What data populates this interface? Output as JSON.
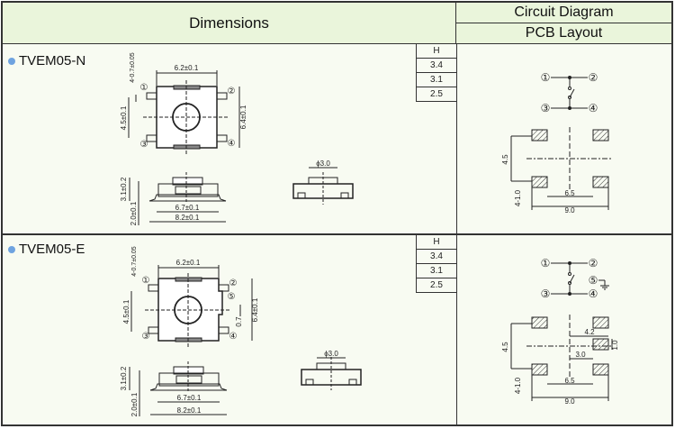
{
  "header": {
    "dimensions": "Dimensions",
    "circuit_diagram": "Circuit Diagram",
    "pcb_layout": "PCB Layout"
  },
  "accent_color": "#6fa3e0",
  "header_bg": "#eaf5db",
  "rows": [
    {
      "model": "TVEM05-N",
      "h_table": {
        "header": "H",
        "values": [
          "3.4",
          "3.1",
          "2.5"
        ]
      },
      "top_view": {
        "width": "6.2±0.1",
        "height": "6.4±0.1",
        "pin_pitch": "4.5±0.1",
        "pin_width": "4-0.7±0.05",
        "pins": [
          "①",
          "②",
          "③",
          "④"
        ]
      },
      "side_view": {
        "height": "3.1±0.2",
        "base": "2.0±0.1",
        "body": "6.7±0.1",
        "overall": "8.2±0.1"
      },
      "front_view": {
        "actuator": "ϕ3.0"
      },
      "pcb": {
        "pitch_v": "4.5",
        "pad": "4-1.0",
        "inner": "6.5",
        "outer": "9.0"
      }
    },
    {
      "model": "TVEM05-E",
      "h_table": {
        "header": "H",
        "values": [
          "3.4",
          "3.1",
          "2.5"
        ]
      },
      "top_view": {
        "width": "6.2±0.1",
        "height": "6.4±0.1",
        "pin_pitch": "4.5±0.1",
        "pin_width": "4-0.7±0.05",
        "ground_offset": "0.7",
        "pins": [
          "①",
          "②",
          "③",
          "④",
          "⑤"
        ]
      },
      "side_view": {
        "height": "3.1±0.2",
        "base": "2.0±0.1",
        "body": "6.7±0.1",
        "overall": "8.2±0.1"
      },
      "front_view": {
        "actuator": "ϕ3.0"
      },
      "pcb": {
        "pitch_v": "4.5",
        "pad": "4-1.0",
        "inner": "6.5",
        "outer": "9.0",
        "gnd_x": "4.2",
        "gnd_pad": "1.0",
        "gnd_inner": "3.0"
      }
    }
  ]
}
